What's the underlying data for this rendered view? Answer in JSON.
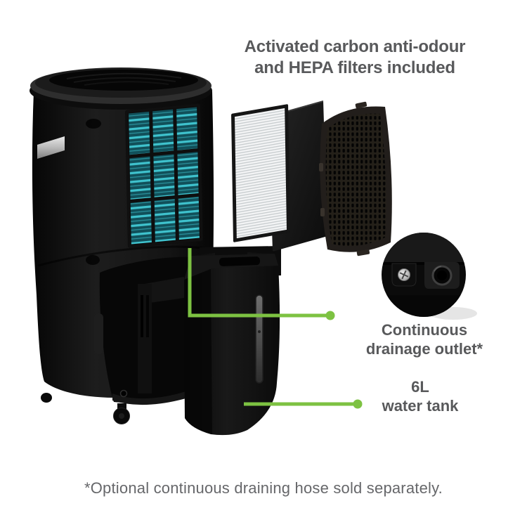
{
  "header": {
    "line1": "Activated carbon anti-odour",
    "line2": "and HEPA filters included"
  },
  "callouts": {
    "drainage": {
      "line1": "Continuous",
      "line2": "drainage outlet*"
    },
    "tank": {
      "line1": "6L",
      "line2": "water tank"
    }
  },
  "footnote": "*Optional continuous draining hose sold separately.",
  "colors": {
    "accent_green": "#7dc242",
    "heading_text": "#58595b",
    "footnote_text": "#66676a",
    "background": "#ffffff",
    "filter_teal_bright": "#3fc3ce",
    "filter_teal_dark": "#11505a",
    "product_black": "#101010"
  }
}
